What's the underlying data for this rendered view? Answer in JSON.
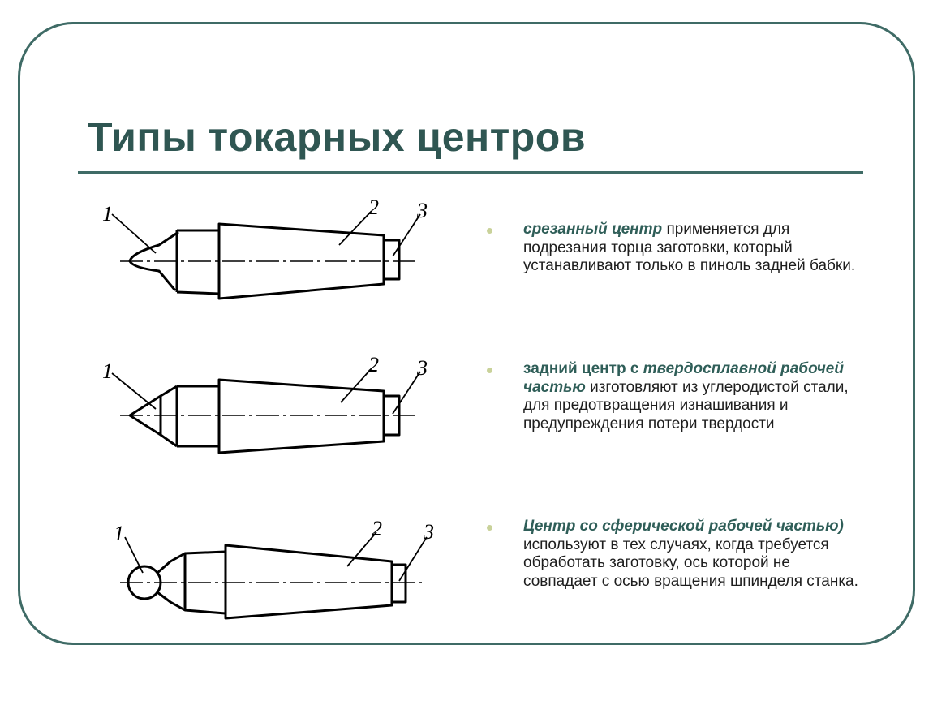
{
  "slide": {
    "title": "Типы токарных центров"
  },
  "figures": [
    {
      "labels": {
        "n1": "1",
        "n2": "2",
        "n3": "3"
      }
    },
    {
      "labels": {
        "n1": "1",
        "n2": "2",
        "n3": "3"
      }
    },
    {
      "labels": {
        "n1": "1",
        "n2": "2",
        "n3": "3"
      }
    }
  ],
  "bullets": [
    {
      "highlight": "срезанный центр",
      "text": "  применяется для подрезания торца заготовки, который устанавливают только в пиноль задней бабки."
    },
    {
      "highlight_plain": "задний центр с ",
      "highlight": "твердосплавной рабочей частью",
      "text": " изготовляют из углеродистой стали, для предотвращения изнашивания и предупреждения  потери твердости"
    },
    {
      "highlight": "Центр со сферической рабочей частью)",
      "text": " используют в тех случаях, когда требуется обработать заготовку, ось которой не совпадает с осью вращения шпинделя станка."
    }
  ],
  "colors": {
    "frame": "#3f6b66",
    "title": "#2f5652",
    "highlight": "#2f5e58",
    "bullet": "#c9d29a"
  }
}
